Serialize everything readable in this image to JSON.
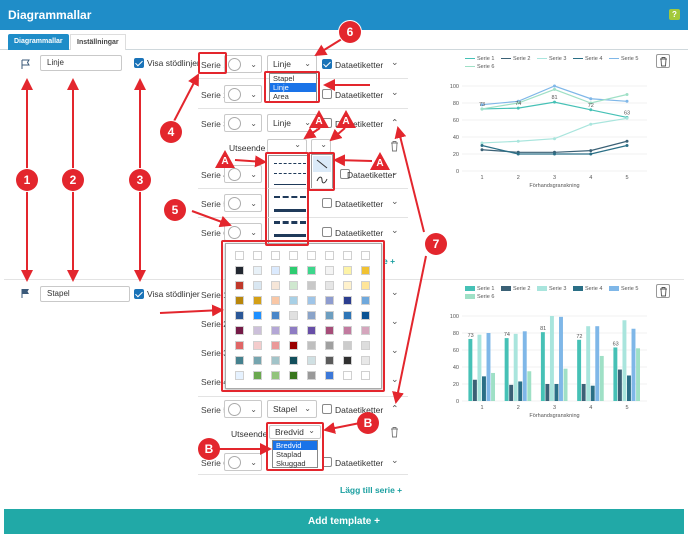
{
  "window": {
    "title": "Diagrammallar",
    "help": "?"
  },
  "tabs": [
    {
      "label": "Diagrammallar"
    },
    {
      "label": "Inställningar"
    }
  ],
  "template1": {
    "name": "Linje",
    "stodlinjer_label": "Visa stödlinjer",
    "series": [
      {
        "label": "Serie 1",
        "type": "Linje",
        "data_labels": "Dataetiketter",
        "data_labels_on": true
      },
      {
        "label": "Serie 2",
        "data_labels": "Dataetiketter"
      },
      {
        "label": "Serie 3",
        "type": "Linje",
        "data_labels": "Dataetiketter"
      },
      {
        "label": "Serie 4",
        "data_labels": "Dataetiketter"
      },
      {
        "label": "Serie 5",
        "data_labels": "Dataetiketter"
      },
      {
        "label": "Serie 6",
        "data_labels": "Dataetiketter"
      }
    ],
    "type_options": [
      "Stapel",
      "Linje",
      "Area"
    ],
    "appearance_label": "Utseende",
    "add_series_partial": "e",
    "add_series_plus": "+"
  },
  "template2": {
    "name": "Stapel",
    "stodlinjer_label": "Visa stödlinjer",
    "series": [
      {
        "label": "Serie 1"
      },
      {
        "label": "Serie 2"
      },
      {
        "label": "Serie 3"
      },
      {
        "label": "Serie 4"
      },
      {
        "label": "Serie 5",
        "type": "Stapel",
        "data_labels": "Dataetiketter"
      },
      {
        "label": "Serie 6",
        "data_labels": "Dataetiketter"
      }
    ],
    "appearance_label": "Utseende",
    "appearance_value": "Bredvid",
    "appearance_options": [
      "Bredvid",
      "Staplad",
      "Skuggad"
    ],
    "add_series": "Lägg till serie +"
  },
  "annotations": {
    "numbers": [
      "1",
      "2",
      "3",
      "4",
      "5",
      "6",
      "7"
    ],
    "letters": {
      "a": "A",
      "b": "B"
    }
  },
  "footer": {
    "add_template": "Add template +"
  },
  "colors": {
    "brand": "#1f8dc8",
    "accent": "#21a9a7",
    "annotation": "#e3262d"
  },
  "chart_data": [
    {
      "type": "line",
      "x": [
        1,
        2,
        3,
        4,
        5
      ],
      "series": [
        {
          "name": "Serie 1",
          "color": "#46c1b6",
          "values": [
            73,
            74,
            81,
            72,
            63
          ]
        },
        {
          "name": "Serie 2",
          "color": "#3b6176",
          "values": [
            25,
            22,
            22,
            24,
            35
          ]
        },
        {
          "name": "Serie 3",
          "color": "#a9e5dd",
          "values": [
            33,
            35,
            38,
            55,
            62
          ]
        },
        {
          "name": "Serie 4",
          "color": "#2a6f86",
          "values": [
            30,
            20,
            20,
            20,
            30
          ]
        },
        {
          "name": "Serie 5",
          "color": "#7fb7e8",
          "values": [
            78,
            82,
            100,
            85,
            82
          ]
        },
        {
          "name": "Serie 6",
          "color": "#9fe0c6",
          "values": [
            73,
            80,
            96,
            80,
            90
          ]
        }
      ],
      "data_labels": [
        "73",
        "74",
        "81",
        "72",
        "63"
      ],
      "ylim": [
        0,
        100
      ],
      "yticks": [
        "0",
        "20",
        "40",
        "60",
        "80",
        "100"
      ],
      "xlabel": "Förhandsgranskning"
    },
    {
      "type": "bar",
      "x": [
        1,
        2,
        3,
        4,
        5
      ],
      "series": [
        {
          "name": "Serie 1",
          "color": "#46c1b6",
          "values": [
            73,
            74,
            81,
            72,
            63
          ]
        },
        {
          "name": "Serie 2",
          "color": "#3b6176",
          "values": [
            25,
            19,
            20,
            20,
            37
          ]
        },
        {
          "name": "Serie 3",
          "color": "#a9e5dd",
          "values": [
            78,
            79,
            100,
            88,
            95
          ]
        },
        {
          "name": "Serie 4",
          "color": "#2a6f86",
          "values": [
            29,
            23,
            20,
            18,
            30
          ]
        },
        {
          "name": "Serie 5",
          "color": "#7fb7e8",
          "values": [
            80,
            82,
            99,
            88,
            85
          ]
        },
        {
          "name": "Serie 6",
          "color": "#9fe0c6",
          "values": [
            33,
            35,
            38,
            53,
            62
          ]
        }
      ],
      "data_labels": [
        "73",
        "74",
        "81",
        "72",
        "63"
      ],
      "ylim": [
        0,
        100
      ],
      "yticks": [
        "0",
        "20",
        "40",
        "60",
        "80",
        "100"
      ],
      "xlabel": "Förhandsgranskning"
    }
  ]
}
